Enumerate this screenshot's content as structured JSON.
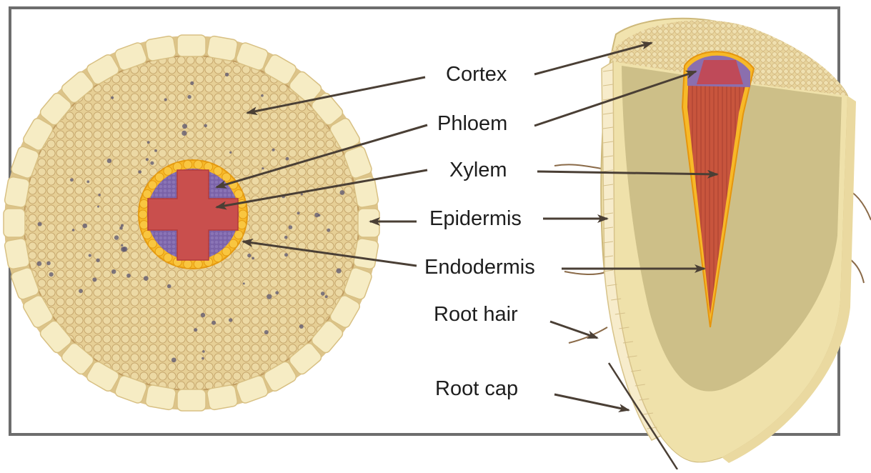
{
  "labels": {
    "cortex": "Cortex",
    "phloem": "Phloem",
    "xylem": "Xylem",
    "epidermis": "Epidermis",
    "endodermis": "Endodermis",
    "root_hair": "Root hair",
    "root_cap": "Root cap"
  },
  "colors": {
    "frame": "#6d6d6d",
    "epidermis": "#f6ecc4",
    "cortex": "#e8d29a",
    "cortex_cell_line": "#c9a86c",
    "endodermis": "#f6b526",
    "phloem": "#7d63a8",
    "xylem": "#c8504c",
    "arrow": "#4a3f35",
    "inner_root": "#cfc089",
    "root_body": "#efe2ac"
  }
}
